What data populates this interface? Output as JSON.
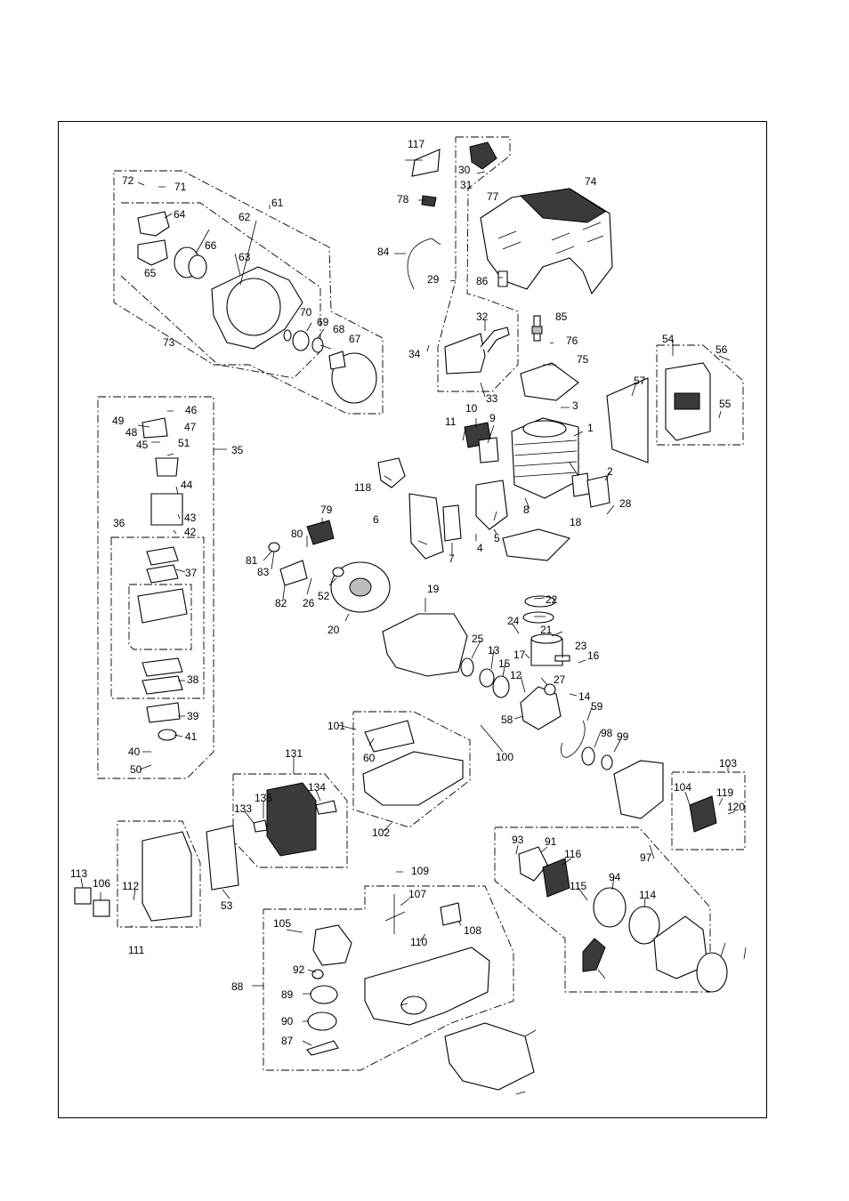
{
  "diagram": {
    "colors": {
      "line": "#000000",
      "fill": "#ffffff",
      "shade": "#3a3a3a",
      "midtone": "#bdbdbd"
    },
    "labels": [
      "117",
      "30",
      "31",
      "74",
      "77",
      "78",
      "84",
      "29",
      "86",
      "85",
      "76",
      "34",
      "32",
      "75",
      "33",
      "3",
      "54",
      "56",
      "57",
      "55",
      "61",
      "72",
      "71",
      "64",
      "62",
      "66",
      "63",
      "65",
      "73",
      "70",
      "69",
      "68",
      "67",
      "35",
      "46",
      "49",
      "48",
      "47",
      "45",
      "51",
      "44",
      "43",
      "42",
      "36",
      "37",
      "38",
      "39",
      "41",
      "40",
      "50",
      "11",
      "10",
      "9",
      "1",
      "118",
      "79",
      "80",
      "81",
      "83",
      "82",
      "26",
      "52",
      "6",
      "7",
      "4",
      "5",
      "8",
      "2",
      "28",
      "18",
      "20",
      "19",
      "22",
      "21",
      "24",
      "23",
      "16",
      "17",
      "14",
      "27",
      "25",
      "13",
      "15",
      "12",
      "58",
      "59",
      "98",
      "99",
      "100",
      "101",
      "60",
      "131",
      "135",
      "134",
      "133",
      "102",
      "103",
      "104",
      "119",
      "120",
      "53",
      "111",
      "112",
      "113",
      "106",
      "109",
      "107",
      "108",
      "110",
      "105",
      "92",
      "89",
      "90",
      "87",
      "88",
      "93",
      "91",
      "116",
      "97",
      "94",
      "115",
      "114"
    ]
  }
}
